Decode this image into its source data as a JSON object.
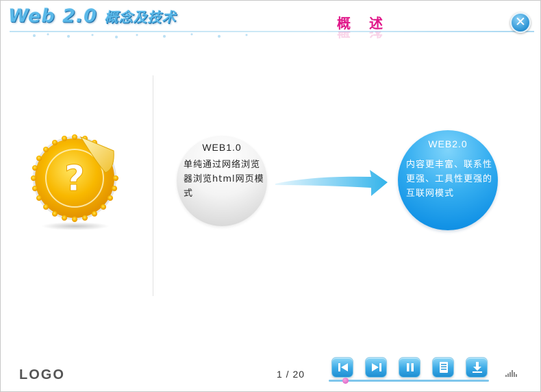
{
  "header": {
    "title_main": "Web 2.0",
    "title_sub": "概念及技术",
    "section_title": "概 述"
  },
  "close": {
    "icon": "close-icon",
    "label": "✕"
  },
  "badge": {
    "icon": "question-seal-icon",
    "symbol": "?"
  },
  "web1": {
    "title": "WEB1.0",
    "body": "单纯通过网络浏览器浏览html网页模式"
  },
  "web2": {
    "title": "WEB2.0",
    "body": "内容更丰富、联系性更强、工具性更强的互联网模式"
  },
  "arrow": {
    "icon": "arrow-right-icon"
  },
  "footer": {
    "logo": "LOGO",
    "page_counter": "1 / 20",
    "current_page": 1,
    "total_pages": 20,
    "controls": [
      {
        "name": "first-page-button",
        "icon": "skip-back-icon"
      },
      {
        "name": "next-page-button",
        "icon": "skip-forward-icon"
      },
      {
        "name": "pause-button",
        "icon": "pause-icon"
      },
      {
        "name": "menu-button",
        "icon": "document-list-icon"
      },
      {
        "name": "download-button",
        "icon": "download-icon"
      }
    ],
    "volume_icon": "volume-bars-icon"
  },
  "colors": {
    "accent_blue": "#1393e6",
    "section_title": "#e0188a",
    "badge_gold": "#f5b400",
    "progress_knob": "#d654c0"
  }
}
